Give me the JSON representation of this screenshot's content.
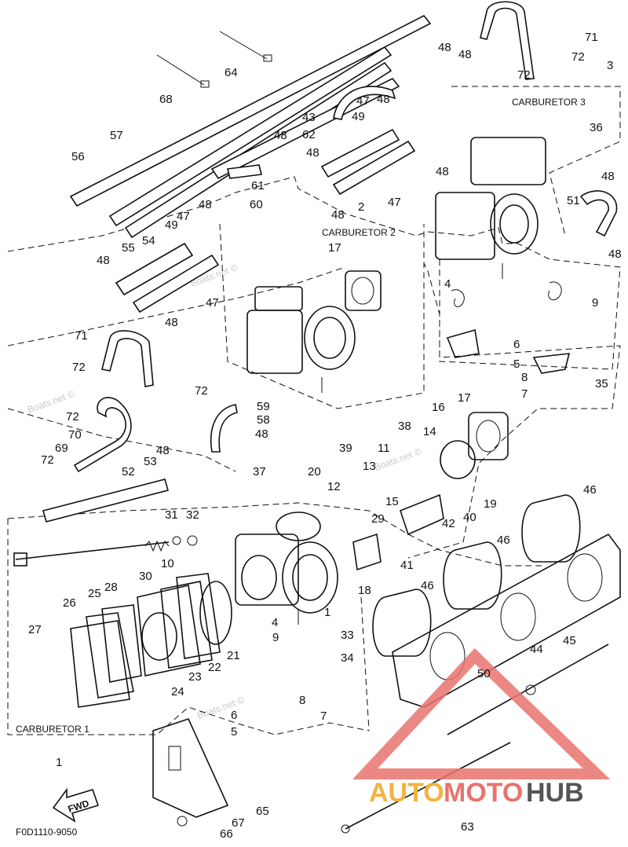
{
  "watermark": "Boats.net ©",
  "groups": {
    "carb1": "CARBURETOR 1",
    "carb2": "CARBURETOR 2",
    "carb3": "CARBURETOR 3"
  },
  "fwd": "FWD",
  "code": "F0D1110-9050",
  "logo": {
    "auto": "AUTO",
    "moto": "MOTO",
    "hub": "HUB"
  },
  "part_numbers": [
    "71",
    "72",
    "3",
    "72",
    "48",
    "48",
    "64",
    "68",
    "43",
    "47",
    "48",
    "62",
    "49",
    "48",
    "57",
    "56",
    "48",
    "48",
    "36",
    "61",
    "48",
    "60",
    "48",
    "47",
    "51",
    "48",
    "55",
    "54",
    "2",
    "49",
    "47",
    "48",
    "17",
    "48",
    "4",
    "9",
    "47",
    "48",
    "71",
    "72",
    "6",
    "5",
    "72",
    "8",
    "7",
    "35",
    "59",
    "72",
    "58",
    "48",
    "70",
    "69",
    "72",
    "53",
    "48",
    "16",
    "17",
    "38",
    "14",
    "39",
    "11",
    "37",
    "20",
    "52",
    "13",
    "12",
    "19",
    "40",
    "15",
    "31",
    "32",
    "29",
    "42",
    "46",
    "10",
    "30",
    "18",
    "41",
    "46",
    "28",
    "25",
    "26",
    "4",
    "1",
    "27",
    "9",
    "46",
    "33",
    "21",
    "34",
    "22",
    "23",
    "24",
    "45",
    "44",
    "50",
    "8",
    "6",
    "7",
    "5",
    "1",
    "65",
    "67",
    "66",
    "63"
  ],
  "number_colors": {
    "line": "#111111",
    "logo_red": "#e8736e",
    "logo_orange": "#f2b341",
    "logo_grey": "#555555"
  }
}
